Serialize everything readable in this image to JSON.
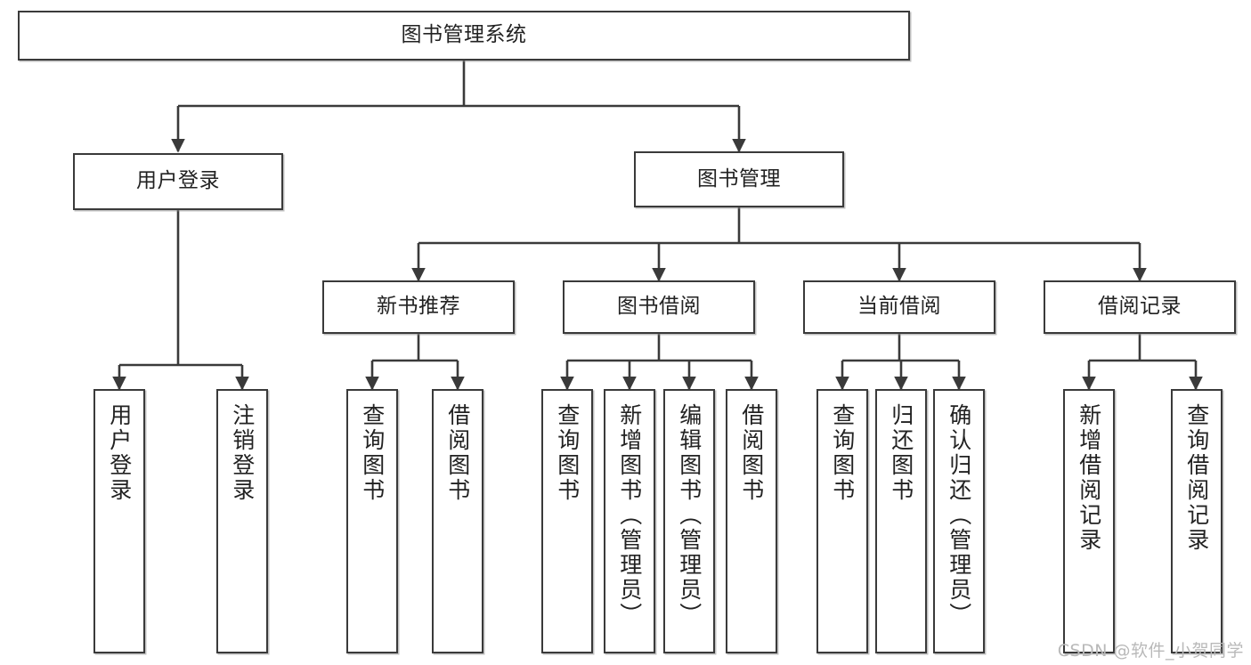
{
  "diagram": {
    "title": "图书管理系统",
    "type": "hierarchy-tree",
    "watermark": "CSDN @软件_小贺同学",
    "colors": {
      "stroke": "#3a3a3a",
      "node_fill": "#ffffff",
      "text": "#222222",
      "watermark": "#b9b9b9",
      "background": "#ffffff"
    },
    "nodes": {
      "root": {
        "label": "图书管理系统",
        "level": 1,
        "orientation": "horizontal"
      },
      "l2_user_login": {
        "label": "用户登录",
        "level": 2,
        "orientation": "horizontal"
      },
      "l2_book_manage": {
        "label": "图书管理",
        "level": 2,
        "orientation": "horizontal"
      },
      "l3_new_book_rec": {
        "label": "新书推荐",
        "level": 3,
        "orientation": "horizontal"
      },
      "l3_book_borrow": {
        "label": "图书借阅",
        "level": 3,
        "orientation": "horizontal"
      },
      "l3_current_borrow": {
        "label": "当前借阅",
        "level": 3,
        "orientation": "horizontal"
      },
      "l3_borrow_record": {
        "label": "借阅记录",
        "level": 3,
        "orientation": "horizontal"
      },
      "leaf_user_login": {
        "label": "用户登录",
        "level": 3,
        "orientation": "vertical"
      },
      "leaf_logout_login": {
        "label": "注销登录",
        "level": 3,
        "orientation": "vertical"
      },
      "leaf_rec_query_book": {
        "label": "查询图书",
        "level": 4,
        "orientation": "vertical"
      },
      "leaf_rec_borrow_book": {
        "label": "借阅图书",
        "level": 4,
        "orientation": "vertical"
      },
      "leaf_bb_query_book": {
        "label": "查询图书",
        "level": 4,
        "orientation": "vertical"
      },
      "leaf_bb_add_book": {
        "label": "新增图书（管理员）",
        "level": 4,
        "orientation": "vertical"
      },
      "leaf_bb_edit_book": {
        "label": "编辑图书（管理员）",
        "level": 4,
        "orientation": "vertical"
      },
      "leaf_bb_borrow_book": {
        "label": "借阅图书",
        "level": 4,
        "orientation": "vertical"
      },
      "leaf_cb_query_book": {
        "label": "查询图书",
        "level": 4,
        "orientation": "vertical"
      },
      "leaf_cb_return_book": {
        "label": "归还图书",
        "level": 4,
        "orientation": "vertical"
      },
      "leaf_cb_confirm_return": {
        "label": "确认归还（管理员）",
        "level": 4,
        "orientation": "vertical"
      },
      "leaf_br_add_record": {
        "label": "新增借阅记录",
        "level": 4,
        "orientation": "vertical"
      },
      "leaf_br_query_record": {
        "label": "查询借阅记录",
        "level": 4,
        "orientation": "vertical"
      }
    },
    "edges": [
      {
        "from": "root",
        "to": "l2_user_login"
      },
      {
        "from": "root",
        "to": "l2_book_manage"
      },
      {
        "from": "l2_user_login",
        "to": "leaf_user_login"
      },
      {
        "from": "l2_user_login",
        "to": "leaf_logout_login"
      },
      {
        "from": "l2_book_manage",
        "to": "l3_new_book_rec"
      },
      {
        "from": "l2_book_manage",
        "to": "l3_book_borrow"
      },
      {
        "from": "l2_book_manage",
        "to": "l3_current_borrow"
      },
      {
        "from": "l2_book_manage",
        "to": "l3_borrow_record"
      },
      {
        "from": "l3_new_book_rec",
        "to": "leaf_rec_query_book"
      },
      {
        "from": "l3_new_book_rec",
        "to": "leaf_rec_borrow_book"
      },
      {
        "from": "l3_book_borrow",
        "to": "leaf_bb_query_book"
      },
      {
        "from": "l3_book_borrow",
        "to": "leaf_bb_add_book"
      },
      {
        "from": "l3_book_borrow",
        "to": "leaf_bb_edit_book"
      },
      {
        "from": "l3_book_borrow",
        "to": "leaf_bb_borrow_book"
      },
      {
        "from": "l3_current_borrow",
        "to": "leaf_cb_query_book"
      },
      {
        "from": "l3_current_borrow",
        "to": "leaf_cb_return_book"
      },
      {
        "from": "l3_current_borrow",
        "to": "leaf_cb_confirm_return"
      },
      {
        "from": "l3_borrow_record",
        "to": "leaf_br_add_record"
      },
      {
        "from": "l3_borrow_record",
        "to": "leaf_br_query_record"
      }
    ]
  }
}
